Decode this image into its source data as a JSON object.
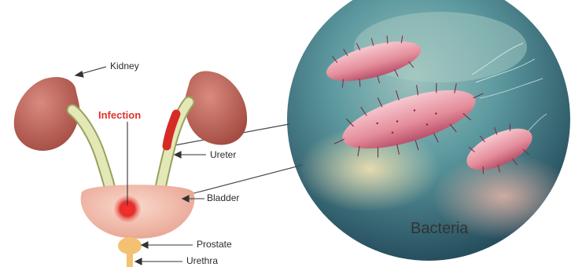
{
  "labels": {
    "kidney": "Kidney",
    "infection": "Infection",
    "ureter": "Ureter",
    "bladder": "Bladder",
    "prostate": "Prostate",
    "urethra": "Urethra",
    "bacteria": "Bacteria"
  },
  "colors": {
    "kidney": "#c0655a",
    "ureter": "#dbe2a8",
    "bladder": "#f0b8a8",
    "infection": "#e0312b",
    "prostate": "#f3c173",
    "bacteria_body": "#e89aa8",
    "circle_bg": "#4f8f98"
  }
}
